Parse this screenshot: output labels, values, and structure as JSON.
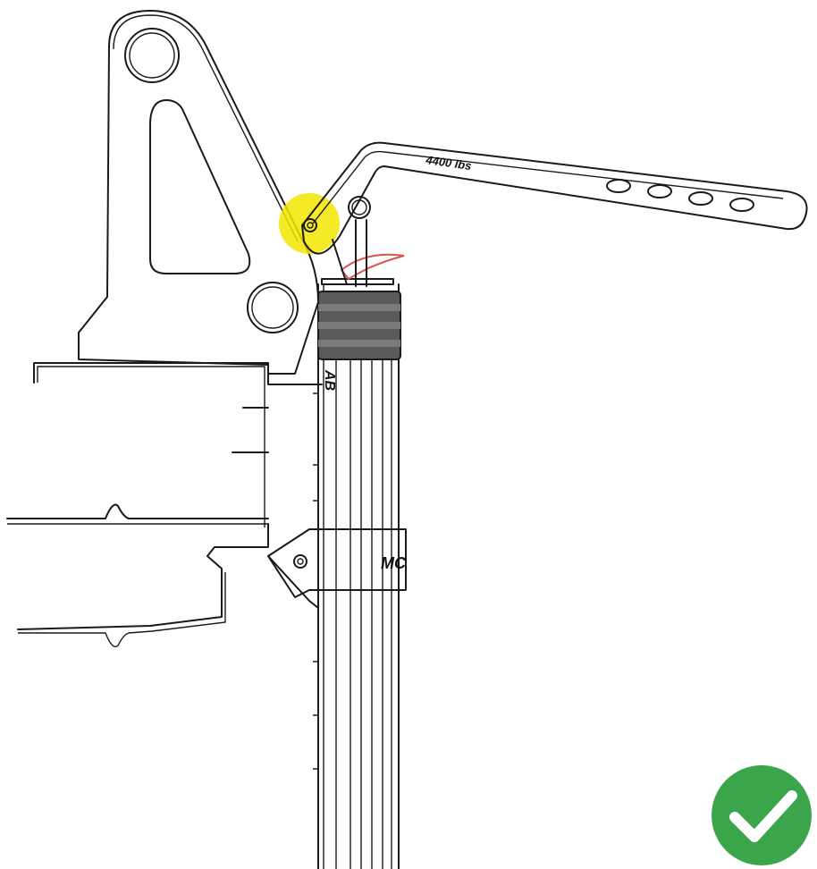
{
  "diagram": {
    "bar_label": "4400 lbs",
    "post_brand_upper": "AB",
    "clamp_brand": "MC",
    "colors": {
      "highlight": "#f2e600",
      "check_badge": "#3aa54a",
      "check_mark": "#ffffff",
      "grip": "#5a5a5a",
      "pin": "#d9534f",
      "line": "#1a1a1a"
    },
    "icons": [
      "checkmark-icon"
    ]
  }
}
